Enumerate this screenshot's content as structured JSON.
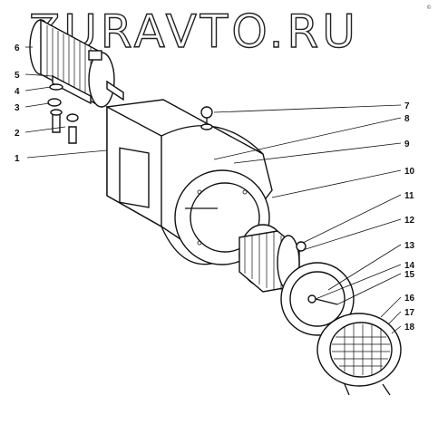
{
  "watermark": {
    "text": "ZURAVTO.RU"
  },
  "corner_mark": {
    "text": "©"
  },
  "callouts": [
    "1",
    "2",
    "3",
    "4",
    "5",
    "6",
    "7",
    "8",
    "9",
    "10",
    "11",
    "12",
    "13",
    "14",
    "15",
    "16",
    "17",
    "18"
  ]
}
